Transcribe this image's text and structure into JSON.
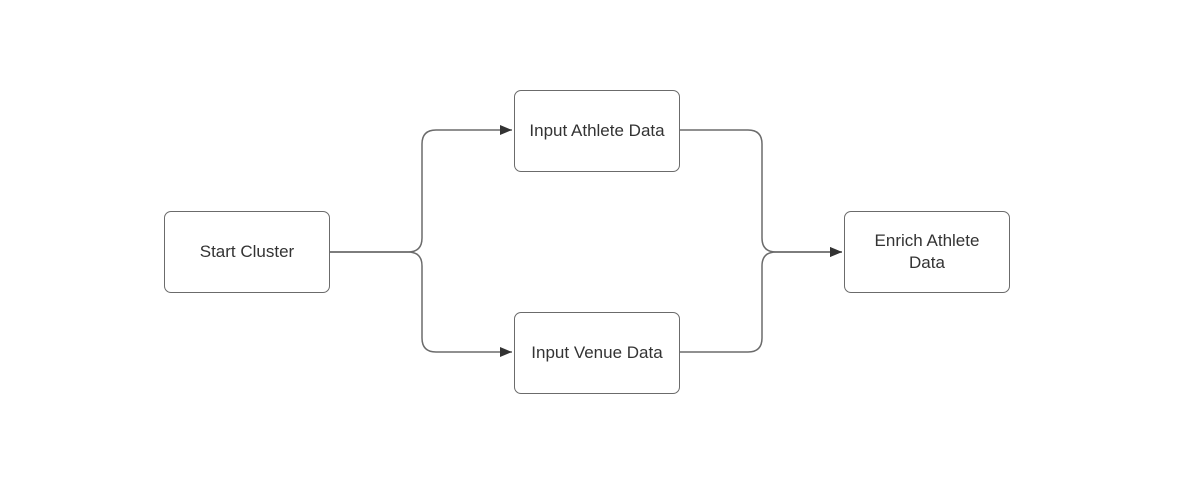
{
  "diagram": {
    "nodes": [
      {
        "id": "start",
        "label": "Start Cluster"
      },
      {
        "id": "athlete",
        "label": "Input Athlete Data"
      },
      {
        "id": "venue",
        "label": "Input Venue Data"
      },
      {
        "id": "enrich",
        "label": "Enrich Athlete Data"
      }
    ],
    "edges": [
      {
        "from": "start",
        "to": "athlete"
      },
      {
        "from": "start",
        "to": "venue"
      },
      {
        "from": "athlete",
        "to": "enrich"
      },
      {
        "from": "venue",
        "to": "enrich"
      }
    ],
    "colors": {
      "stroke": "#6b6b6b",
      "arrow": "#333333",
      "text": "#333333",
      "background": "#ffffff"
    }
  }
}
